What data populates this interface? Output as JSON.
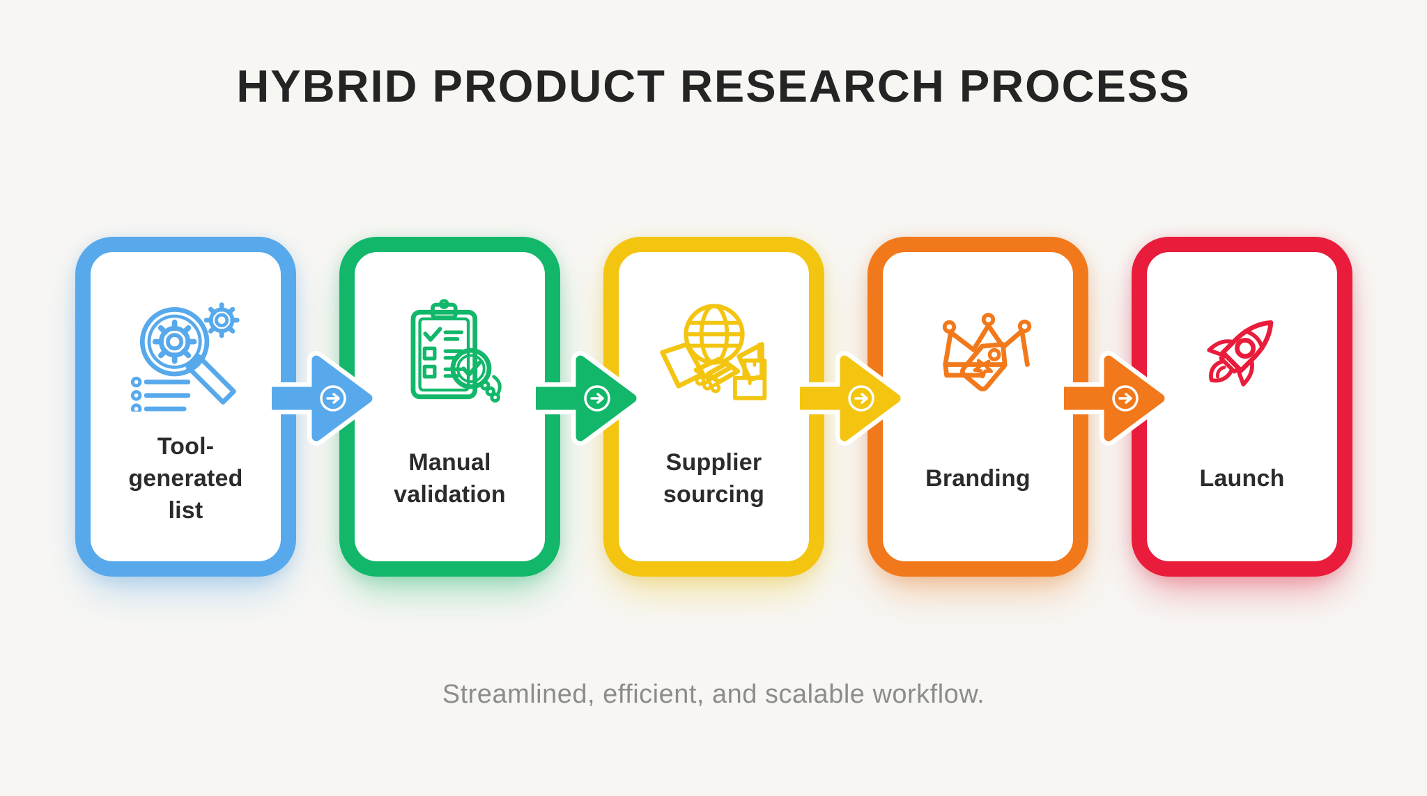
{
  "title": "HYBRID PRODUCT RESEARCH PROCESS",
  "caption": "Streamlined, efficient, and scalable workflow.",
  "steps": [
    {
      "label": "Tool-generated list",
      "label_lines": [
        "Tool-",
        "generated",
        "list"
      ],
      "color": "#57A9EC",
      "icon": "magnifier-gears-icon"
    },
    {
      "label": "Manual validation",
      "label_lines": [
        "Manual",
        "validation"
      ],
      "color": "#12B76A",
      "icon": "clipboard-check-magnifier-icon"
    },
    {
      "label": "Supplier sourcing",
      "label_lines": [
        "Supplier",
        "sourcing"
      ],
      "color": "#F3C511",
      "icon": "globe-handshake-boxes-icon"
    },
    {
      "label": "Branding",
      "label_lines": [
        "Branding"
      ],
      "color": "#F2791B",
      "icon": "crown-price-tag-icon"
    },
    {
      "label": "Launch",
      "label_lines": [
        "Launch"
      ],
      "color": "#E91C3B",
      "icon": "rocket-icon"
    }
  ],
  "connectors": [
    {
      "from": "Tool-generated list",
      "to": "Manual validation",
      "color": "#57A9EC",
      "glyph": "circled-right-arrow"
    },
    {
      "from": "Manual validation",
      "to": "Supplier sourcing",
      "color": "#12B76A",
      "glyph": "circled-right-arrow"
    },
    {
      "from": "Supplier sourcing",
      "to": "Branding",
      "color": "#F3C511",
      "glyph": "circled-right-arrow"
    },
    {
      "from": "Branding",
      "to": "Launch",
      "color": "#F2791B",
      "glyph": "circled-right-arrow"
    }
  ],
  "colors": {
    "background": "#F7F6F3",
    "card_background": "#FFFFFF",
    "title_text": "#242424",
    "label_text": "#2B2B2B",
    "caption_text": "#8C8C8C"
  }
}
